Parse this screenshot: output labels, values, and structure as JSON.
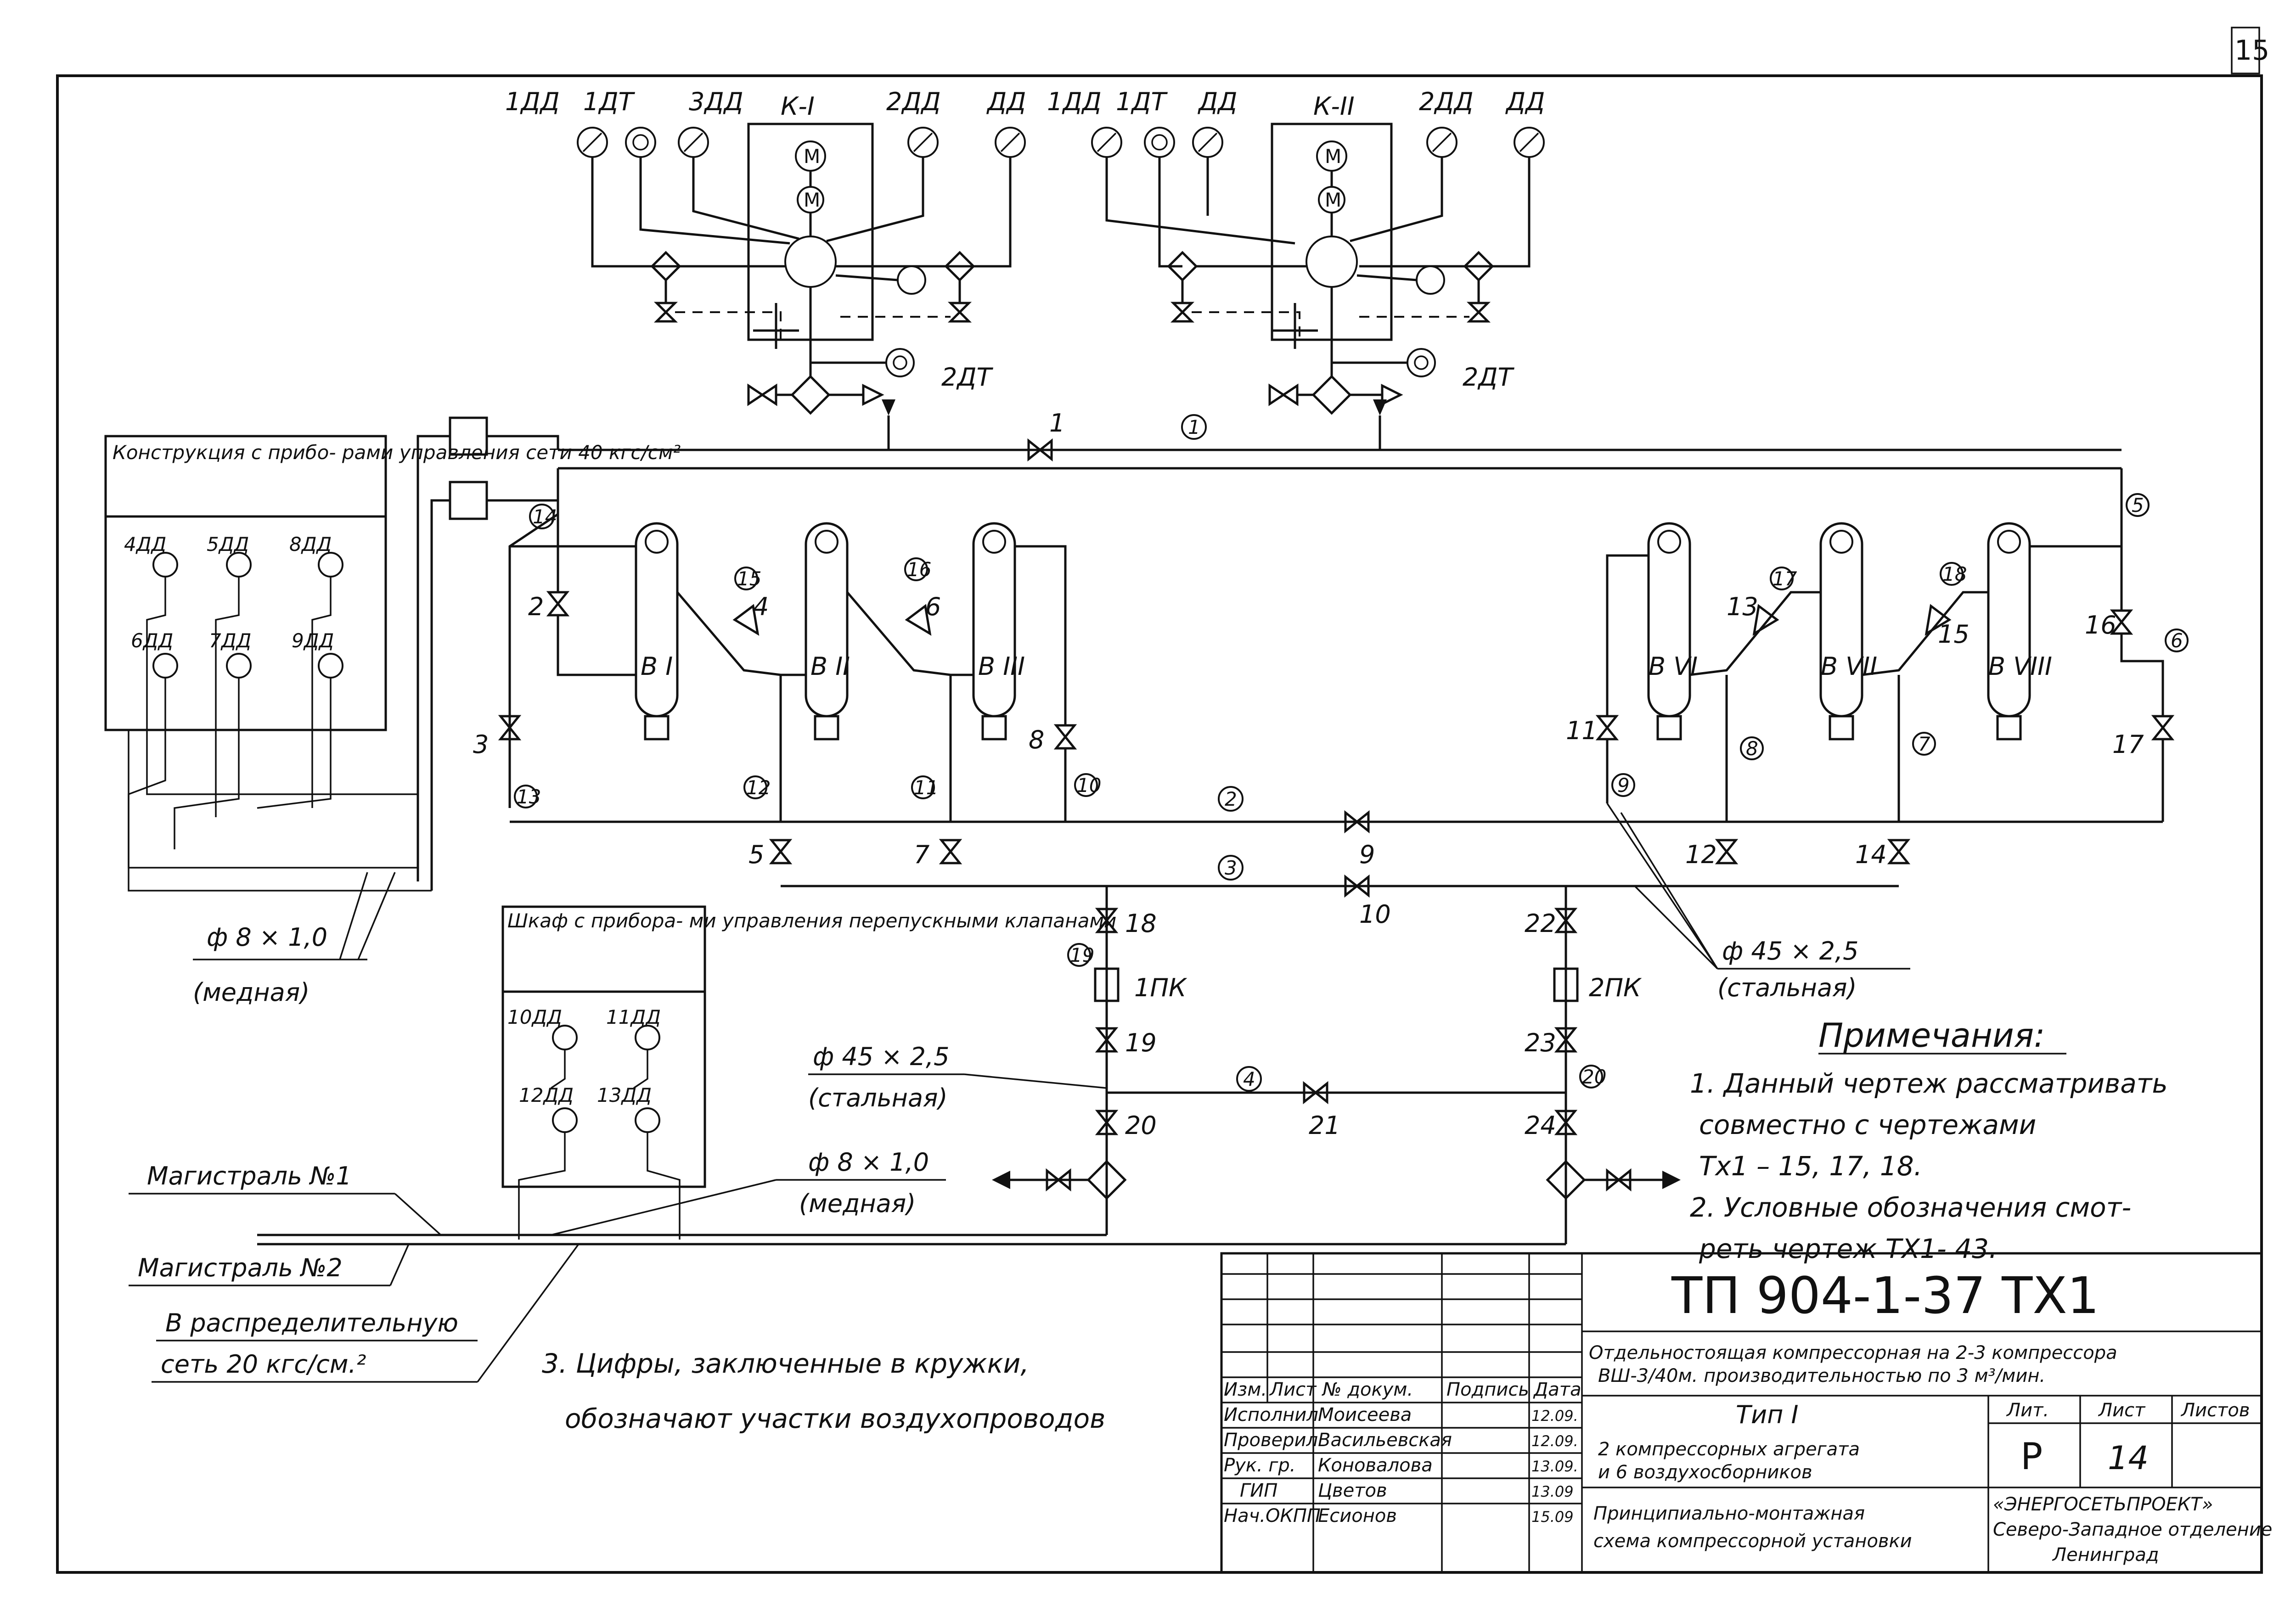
{
  "sheet_corner": "15",
  "compressors": {
    "k1": {
      "title": "К-I",
      "gauges": [
        "1ДД",
        "1ДТ",
        "3ДД",
        "2ДД",
        "ДД"
      ],
      "bottom_sensor": "2ДТ"
    },
    "k2": {
      "title": "К-II",
      "gauges": [
        "1ДД",
        "1ДТ",
        "ДД",
        "2ДД",
        "ДД"
      ],
      "bottom_sensor": "2ДТ"
    },
    "motor_symbol": "М"
  },
  "cabinet1": {
    "title": "Конструкция с прибо- рами управления сети 40 кгс/см²",
    "gauges": [
      "4ДД",
      "5ДД",
      "8ДД",
      "6ДД",
      "7ДД",
      "9ДД"
    ]
  },
  "cabinet2": {
    "title": "Шкаф с прибора- ми управления перепускными клапанами",
    "gauges": [
      "10ДД",
      "11ДД",
      "12ДД",
      "13ДД"
    ]
  },
  "receivers": [
    "В I",
    "В II",
    "В III",
    "В VI",
    "В VII",
    "В VIII"
  ],
  "valves": [
    "1",
    "2",
    "3",
    "4",
    "5",
    "6",
    "7",
    "8",
    "9",
    "10",
    "11",
    "12",
    "13",
    "14",
    "15",
    "16",
    "17",
    "18",
    "19",
    "20",
    "21",
    "22",
    "23",
    "24"
  ],
  "bypass_valves": [
    "1ПК",
    "2ПК"
  ],
  "sections": [
    "1",
    "2",
    "3",
    "4",
    "5",
    "6",
    "7",
    "8",
    "9",
    "10",
    "11",
    "12",
    "13",
    "14",
    "15",
    "16",
    "17",
    "18",
    "19",
    "20"
  ],
  "pipe_labels": {
    "copper1": "ф 8 × 1,0",
    "copper1_mat": "(медная)",
    "steel1": "ф 45 × 2,5",
    "steel1_mat": "(стальная)",
    "steel2": "ф 45 × 2,5",
    "steel2_mat": "(стальная)",
    "copper2": "ф 8 × 1,0",
    "copper2_mat": "(медная)"
  },
  "mains": {
    "main1": "Магистраль №1",
    "main2": "Магистраль №2",
    "network_line1": "В распределительную",
    "network_line2": "сеть 20 кгс/см.²"
  },
  "notes": {
    "title": "Примечания:",
    "n1_l1": "1. Данный чертеж рассматривать",
    "n1_l2": "совместно с чертежами",
    "n1_l3": "Тх1 – 15, 17, 18.",
    "n2_l1": "2. Условные обозначения смот-",
    "n2_l2": "реть чертеж ТХ1- 43.",
    "n3_l1": "3. Цифры, заключенные в кружки,",
    "n3_l2": "обозначают участки воздухопроводов"
  },
  "title_block": {
    "code": "ТП 904-1-37 ТХ1",
    "desc_l1": "Отдельностоящая компрессорная на 2-3 компрессора",
    "desc_l2": "ВШ-3/40м. производительностью по 3 м³/мин.",
    "type": "Тип I",
    "sub_l1": "2 компрессорных агрегата",
    "sub_l2": "и 6 воздухосборников",
    "name_l1": "Принципиально-монтажная",
    "name_l2": "схема компрессорной установки",
    "col_headers": [
      "Изм.",
      "Лист",
      "№ докум.",
      "Подпись",
      "Дата"
    ],
    "roles": [
      "Исполнил",
      "Проверил",
      "Рук. гр.",
      "ГИП",
      "Нач.ОКПП"
    ],
    "names": [
      "Моисеева",
      "Васильевская",
      "Коновалова",
      "Цветов",
      "Есионов"
    ],
    "dates": [
      "12.09.",
      "12.09.",
      "13.09.",
      "13.09",
      "15.09"
    ],
    "lit_label": "Лит.",
    "sheet_label": "Лист",
    "sheets_label": "Листов",
    "lit": "Р",
    "sheet": "14",
    "org_l1": "«ЭНЕРГОСЕТЬПРОЕКТ»",
    "org_l2": "Северо-Западное отделение",
    "org_l3": "Ленинград"
  }
}
